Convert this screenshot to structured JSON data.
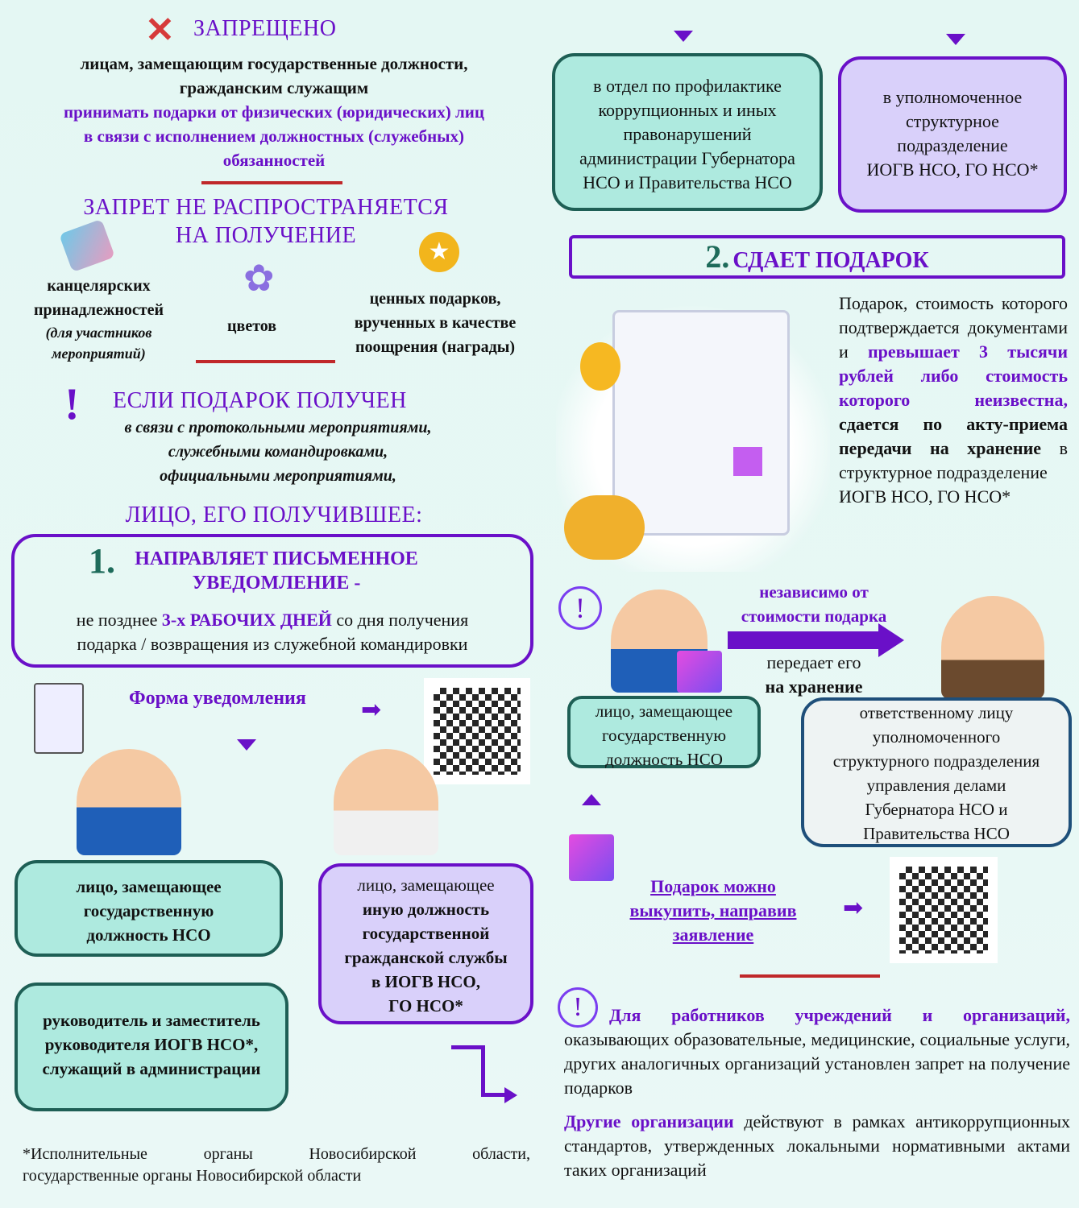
{
  "forbidden": {
    "title": "ЗАПРЕЩЕНО",
    "line1": "лицам, замещающим государственные должности,",
    "line2": "гражданским служащим",
    "line3": "принимать подарки от физических (юридических) лиц",
    "line4": "в связи с исполнением должностных (служебных)",
    "line5": "обязанностей"
  },
  "exception": {
    "title1": "ЗАПРЕТ НЕ РАСПРОСТРАНЯЕТСЯ",
    "title2": "НА ПОЛУЧЕНИЕ",
    "item1a": "канцелярских",
    "item1b": "принадлежностей",
    "item1c": "(для участников",
    "item1d": "мероприятий)",
    "item2": "цветов",
    "item3a": "ценных подарков,",
    "item3b": "врученных в качестве",
    "item3c": "поощрения (награды)"
  },
  "received": {
    "title": "ЕСЛИ ПОДАРОК ПОЛУЧЕН",
    "l1": "в связи с протокольными мероприятиями,",
    "l2": "служебными командировками,",
    "l3": "официальными мероприятиями,",
    "who": "ЛИЦО, ЕГО ПОЛУЧИВШЕЕ:"
  },
  "step1": {
    "num": "1.",
    "title1": "НАПРАВЛЯЕТ ПИСЬМЕННОЕ",
    "title2": "УВЕДОМЛЕНИЕ -",
    "t_pre": "не позднее ",
    "t_bold": "3-х РАБОЧИХ ДНЕЙ",
    "t_post": " со дня получения",
    "t2": "подарка / возвращения из служебной командировки"
  },
  "form_label": "Форма уведомления",
  "left_boxes": {
    "gov": [
      "лицо, замещающее",
      "государственную",
      "должность НСО"
    ],
    "other_pre": "лицо, замещающее",
    "other": [
      "иную должность",
      "государственной",
      "гражданской службы",
      "в ИОГВ НСО,",
      "ГО НСО*"
    ],
    "head": [
      "руководитель и заместитель",
      "руководителя ИОГВ НСО*,",
      "служащий в администрации"
    ]
  },
  "footnote": {
    "l1": "*Исполнительные органы Новосибирской области,",
    "l2": "государственные органы Новосибирской области"
  },
  "top_right": {
    "box1": [
      "в отдел по профилактике",
      "коррупционных и иных",
      "правонарушений",
      "администрации Губернатора",
      "НСО и Правительства НСО"
    ],
    "box2": [
      "в уполномоченное",
      "структурное",
      "подразделение",
      "ИОГВ НСО, ГО НСО*"
    ]
  },
  "step2": {
    "num": "2.",
    "title": "СДАЕТ ПОДАРОК",
    "p1": "Подарок, стоимость которого подтверждается документами и",
    "p2": "превышает 3 тысячи рублей либо стоимость которого неизвестна,",
    "p3": "сдается по акту-приема передачи на хранение",
    "p4": "в структурное подразделение",
    "p5": "ИОГВ НСО, ГО НСО*"
  },
  "transfer": {
    "t1": "независимо от",
    "t2": "стоимости подарка",
    "t3": "передает его",
    "t4": "на хранение",
    "from": [
      "лицо, замещающее",
      "государственную",
      "должность НСО"
    ],
    "to": [
      "ответственному лицу",
      "уполномоченного",
      "структурного подразделения",
      "управления делами",
      "Губернатора НСО и",
      "Правительства НСО"
    ]
  },
  "buyout": {
    "link1": "Подарок можно",
    "link2": "выкупить, направив",
    "link3": "заявление"
  },
  "note": {
    "bold": "Для работников учреждений и организаций,",
    "rest": "оказывающих образовательные, медицинские, социальные услуги, других аналогичных организаций установлен запрет на получение подарков",
    "other_bold": "Другие организации",
    "other_rest": " действуют в рамках антикоррупционных стандартов, утвержденных локальными нормативными актами таких организаций"
  }
}
